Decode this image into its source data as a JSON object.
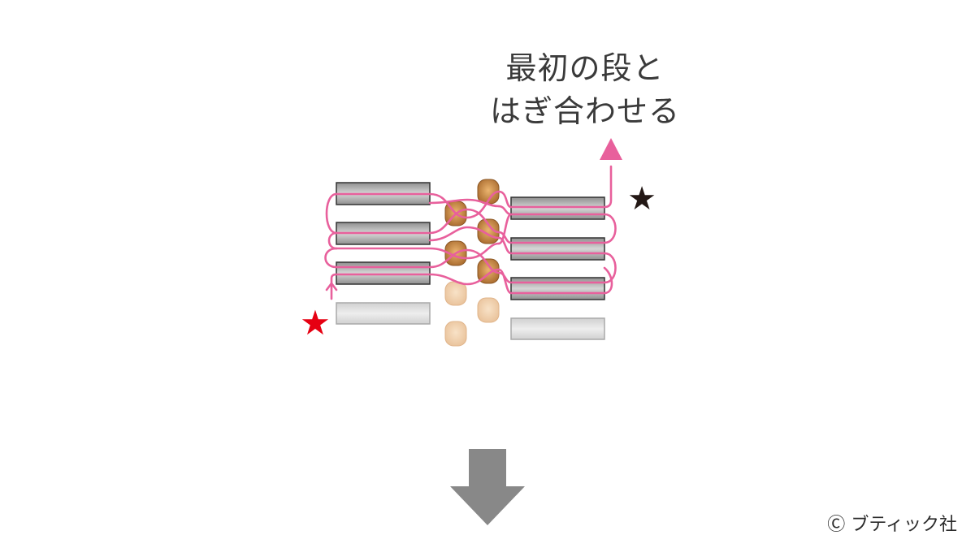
{
  "diagram": {
    "caption_line1": "最初の段と",
    "caption_line2": "はぎ合わせる",
    "copyright_symbol": "Ⓒ",
    "copyright_text": "ブティック社",
    "start_marker_color": "#e60012",
    "end_marker_color": "#231815",
    "thread_color": "#e8609c",
    "arrow_head_color": "#e8609c",
    "down_arrow_color": "#888888",
    "bugle_bead_color": "#b5b5b5",
    "faded_bugle_bead_color": "#e2e2e2",
    "seed_bead_color": "#c98e4f",
    "faded_seed_bead_color": "#f1d3b4"
  }
}
